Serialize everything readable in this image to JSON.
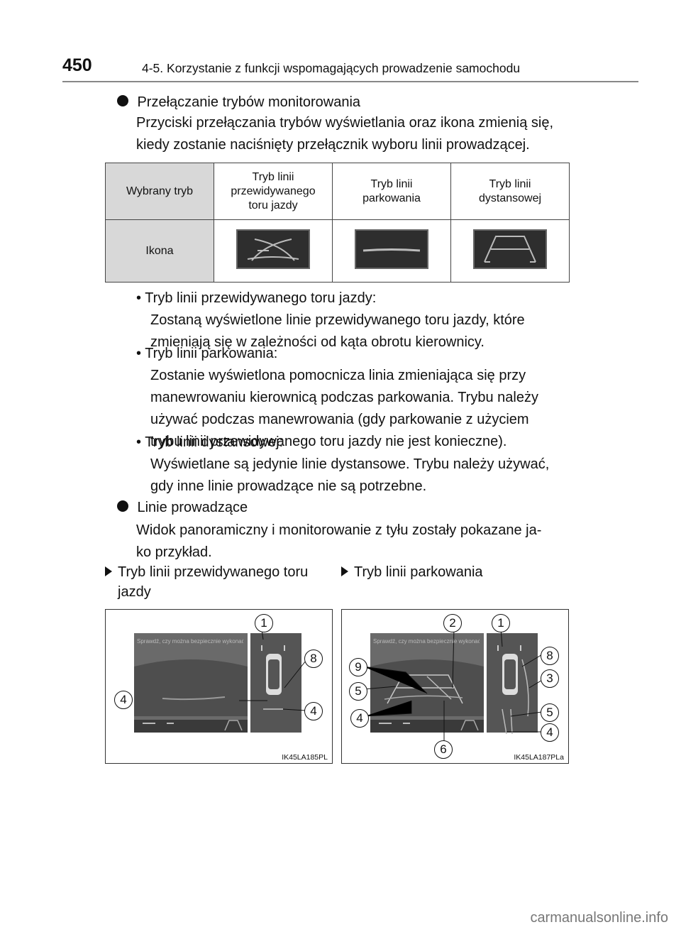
{
  "header": {
    "page_number": "450",
    "chapter": "4-5. Korzystanie z funkcji wspomagających prowadzenie samochodu"
  },
  "section1": {
    "heading": "Przełączanie trybów monitorowania",
    "para_line1": "Przyciski przełączania trybów wyświetlania oraz ikona zmienią się,",
    "para_line2": "kiedy zostanie naciśnięty przełącznik wyboru linii prowadzącej."
  },
  "table": {
    "row1_label": "Wybrany tryb",
    "row2_label": "Ikona",
    "col1_l1": "Tryb linii",
    "col1_l2": "przewidywanego",
    "col1_l3": "toru jazdy",
    "col2_l1": "Tryb linii",
    "col2_l2": "parkowania",
    "col3_l1": "Tryb linii",
    "col3_l2": "dystansowej"
  },
  "bullets": {
    "b1_title": "• Tryb linii przewidywanego toru jazdy:",
    "b1_l1": "Zostaną wyświetlone linie przewidywanego toru jazdy, które",
    "b1_l2": "zmieniają się w zależności od kąta obrotu kierownicy.",
    "b2_title": "• Tryb linii parkowania:",
    "b2_l1": "Zostanie wyświetlona pomocnicza linia zmieniająca się przy",
    "b2_l2": "manewrowaniu kierownicą podczas parkowania. Trybu należy",
    "b2_l3": "używać podczas manewrowania (gdy parkowanie z użyciem",
    "b2_l4": "trybu linii przewidywanego toru jazdy nie jest konieczne).",
    "b3_title": "• Tryb linii dystansowej:",
    "b3_l1": "Wyświetlane są jedynie linie dystansowe. Trybu należy używać,",
    "b3_l2": "gdy inne linie prowadzące nie są potrzebne."
  },
  "section2": {
    "heading": "Linie prowadzące",
    "para_line1": "Widok panoramiczny i monitorowanie z tyłu zostały pokazane ja-",
    "para_line2": "ko przykład."
  },
  "figures": {
    "left_caption_l1": "Tryb  linii  przewidywanego  toru",
    "left_caption_l2": "jazdy",
    "right_caption": "Tryb linii parkowania",
    "left_code": "IK45LA185PL",
    "right_code": "IK45LA187PLa",
    "left_screen_text": "Sprawdź, czy można bezpiecznie wykonać manewr.",
    "right_screen_text": "Sprawdź, czy można bezpiecznie wykonać manewr.",
    "left_callouts": [
      "1",
      "8",
      "4",
      "4"
    ],
    "right_callouts": [
      "2",
      "1",
      "8",
      "9",
      "3",
      "5",
      "5",
      "4",
      "4",
      "6"
    ]
  },
  "watermark": "carmanualsonline.info"
}
